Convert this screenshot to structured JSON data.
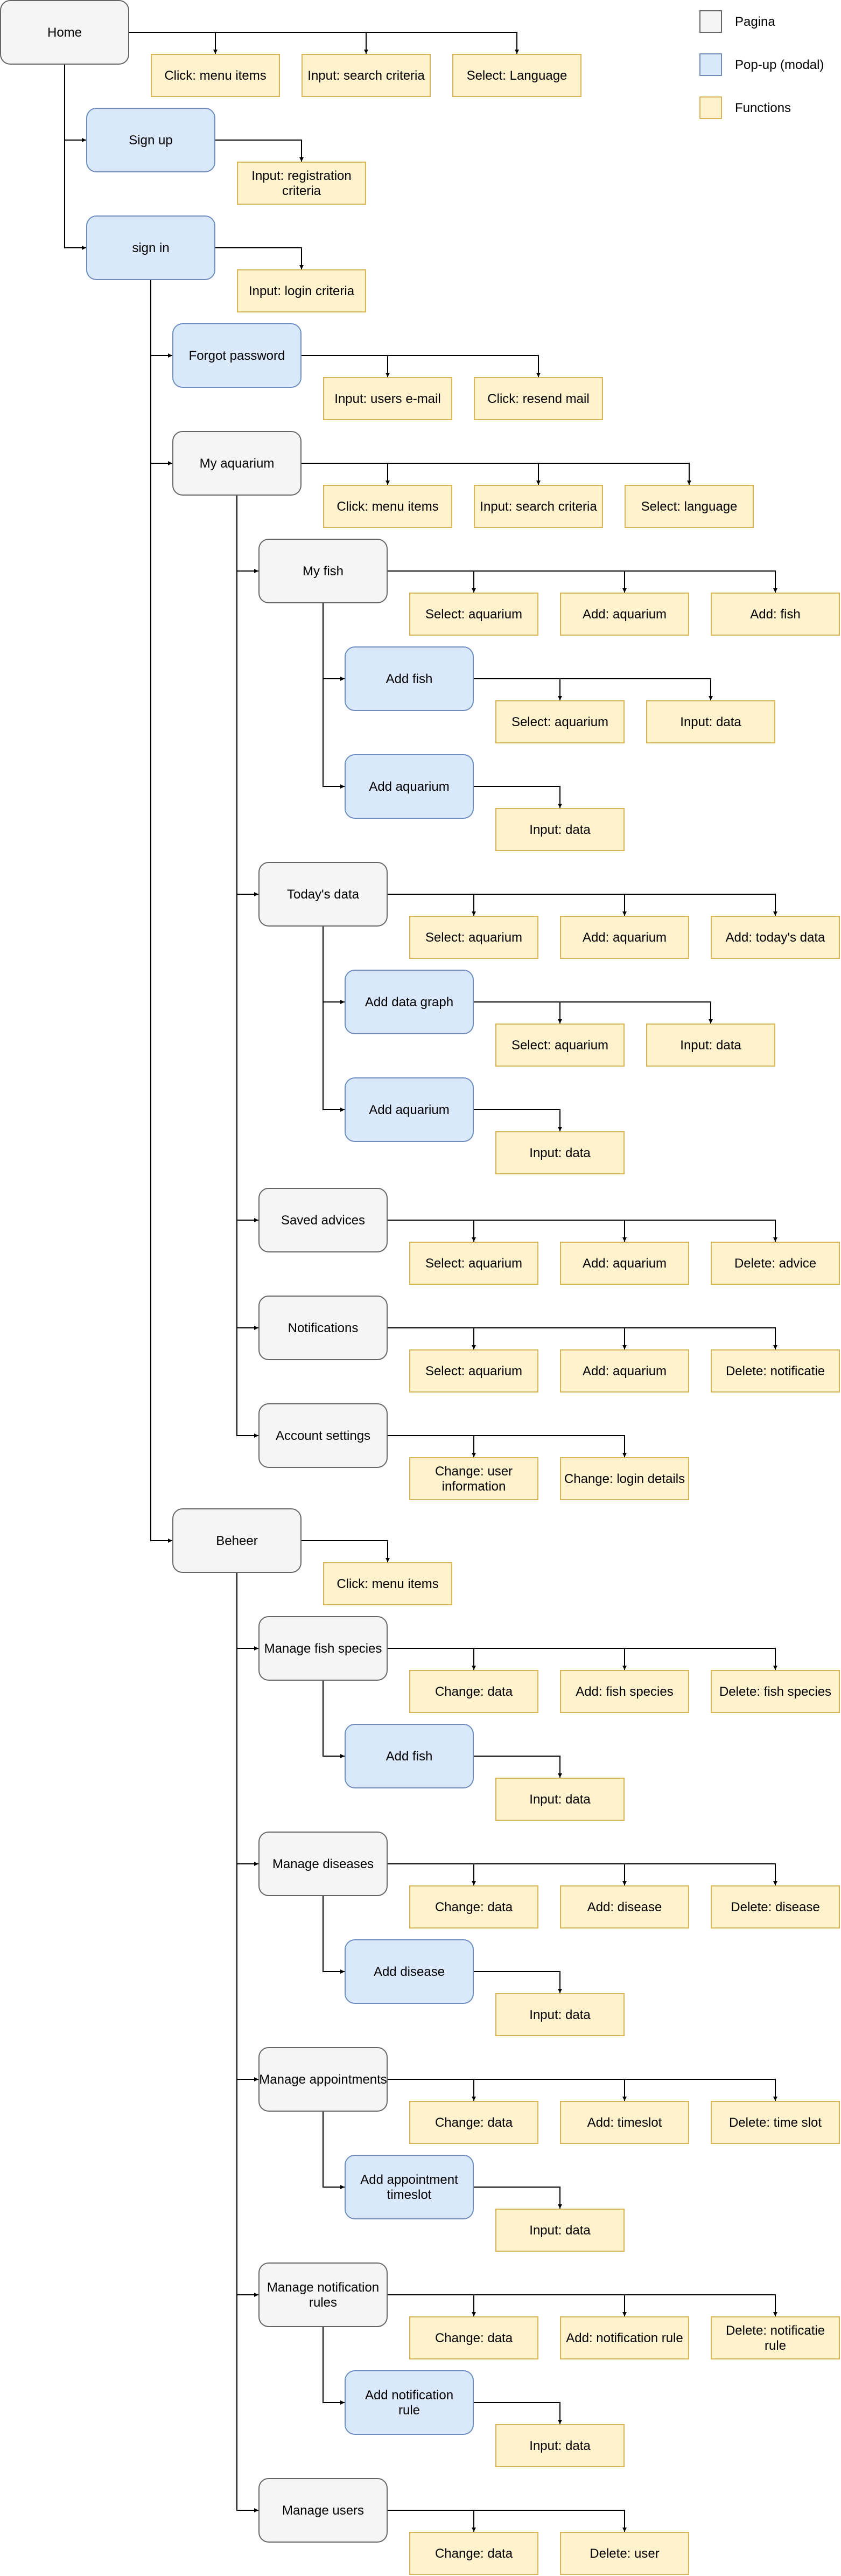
{
  "legend": [
    {
      "kind": "page",
      "label": "Pagina"
    },
    {
      "kind": "modal",
      "label": "Pop-up (modal)"
    },
    {
      "kind": "func",
      "label": "Functions"
    }
  ],
  "colors": {
    "page_fill": "#f5f5f5",
    "page_stroke": "#666666",
    "modal_fill": "#dae8fc",
    "modal_stroke": "#6c8ebf",
    "func_fill": "#fff2cc",
    "func_stroke": "#d6b656"
  },
  "nodes": [
    {
      "id": "home",
      "kind": "page",
      "label": "Home"
    },
    {
      "id": "home-f1",
      "kind": "func",
      "label": "Click: menu items"
    },
    {
      "id": "home-f2",
      "kind": "func",
      "label": "Input: search criteria"
    },
    {
      "id": "home-f3",
      "kind": "func",
      "label": "Select: Language"
    },
    {
      "id": "signup",
      "kind": "modal",
      "label": "Sign up"
    },
    {
      "id": "signup-f1",
      "kind": "func",
      "label": "Input: registration criteria"
    },
    {
      "id": "signin",
      "kind": "modal",
      "label": "sign in"
    },
    {
      "id": "signin-f1",
      "kind": "func",
      "label": "Input: login criteria"
    },
    {
      "id": "forgot",
      "kind": "modal",
      "label": "Forgot password"
    },
    {
      "id": "forgot-f1",
      "kind": "func",
      "label": "Input: users e-mail"
    },
    {
      "id": "forgot-f2",
      "kind": "func",
      "label": "Click: resend mail"
    },
    {
      "id": "myaq",
      "kind": "page",
      "label": "My aquarium"
    },
    {
      "id": "myaq-f1",
      "kind": "func",
      "label": "Click: menu items"
    },
    {
      "id": "myaq-f2",
      "kind": "func",
      "label": "Input: search criteria"
    },
    {
      "id": "myaq-f3",
      "kind": "func",
      "label": "Select: language"
    },
    {
      "id": "myfish",
      "kind": "page",
      "label": "My fish"
    },
    {
      "id": "myfish-f1",
      "kind": "func",
      "label": "Select: aquarium"
    },
    {
      "id": "myfish-f2",
      "kind": "func",
      "label": "Add: aquarium"
    },
    {
      "id": "myfish-f3",
      "kind": "func",
      "label": "Add: fish"
    },
    {
      "id": "addfish",
      "kind": "modal",
      "label": "Add fish"
    },
    {
      "id": "addfish-f1",
      "kind": "func",
      "label": "Select: aquarium"
    },
    {
      "id": "addfish-f2",
      "kind": "func",
      "label": "Input: data"
    },
    {
      "id": "addaq1",
      "kind": "modal",
      "label": "Add aquarium"
    },
    {
      "id": "addaq1-f1",
      "kind": "func",
      "label": "Input: data"
    },
    {
      "id": "today",
      "kind": "page",
      "label": "Today's data"
    },
    {
      "id": "today-f1",
      "kind": "func",
      "label": "Select: aquarium"
    },
    {
      "id": "today-f2",
      "kind": "func",
      "label": "Add: aquarium"
    },
    {
      "id": "today-f3",
      "kind": "func",
      "label": "Add: today's data"
    },
    {
      "id": "adddg",
      "kind": "modal",
      "label": "Add data graph"
    },
    {
      "id": "adddg-f1",
      "kind": "func",
      "label": "Select: aquarium"
    },
    {
      "id": "adddg-f2",
      "kind": "func",
      "label": "Input: data"
    },
    {
      "id": "addaq2",
      "kind": "modal",
      "label": "Add aquarium"
    },
    {
      "id": "addaq2-f1",
      "kind": "func",
      "label": "Input: data"
    },
    {
      "id": "saved",
      "kind": "page",
      "label": "Saved advices"
    },
    {
      "id": "saved-f1",
      "kind": "func",
      "label": "Select: aquarium"
    },
    {
      "id": "saved-f2",
      "kind": "func",
      "label": "Add: aquarium"
    },
    {
      "id": "saved-f3",
      "kind": "func",
      "label": "Delete: advice"
    },
    {
      "id": "notif",
      "kind": "page",
      "label": "Notifications"
    },
    {
      "id": "notif-f1",
      "kind": "func",
      "label": "Select: aquarium"
    },
    {
      "id": "notif-f2",
      "kind": "func",
      "label": "Add: aquarium"
    },
    {
      "id": "notif-f3",
      "kind": "func",
      "label": "Delete: notificatie"
    },
    {
      "id": "account",
      "kind": "page",
      "label": "Account settings"
    },
    {
      "id": "account-f1",
      "kind": "func",
      "label": "Change: user information"
    },
    {
      "id": "account-f2",
      "kind": "func",
      "label": "Change: login details"
    },
    {
      "id": "beheer",
      "kind": "page",
      "label": "Beheer"
    },
    {
      "id": "beheer-f1",
      "kind": "func",
      "label": "Click: menu items"
    },
    {
      "id": "mfs",
      "kind": "page",
      "label": "Manage fish species"
    },
    {
      "id": "mfs-f1",
      "kind": "func",
      "label": "Change: data"
    },
    {
      "id": "mfs-f2",
      "kind": "func",
      "label": "Add: fish species"
    },
    {
      "id": "mfs-f3",
      "kind": "func",
      "label": "Delete: fish species"
    },
    {
      "id": "addfish2",
      "kind": "modal",
      "label": "Add fish"
    },
    {
      "id": "addfish2-f1",
      "kind": "func",
      "label": "Input: data"
    },
    {
      "id": "mdis",
      "kind": "page",
      "label": "Manage diseases"
    },
    {
      "id": "mdis-f1",
      "kind": "func",
      "label": "Change: data"
    },
    {
      "id": "mdis-f2",
      "kind": "func",
      "label": "Add: disease"
    },
    {
      "id": "mdis-f3",
      "kind": "func",
      "label": "Delete: disease"
    },
    {
      "id": "adddis",
      "kind": "modal",
      "label": "Add disease"
    },
    {
      "id": "adddis-f1",
      "kind": "func",
      "label": "Input: data"
    },
    {
      "id": "mapp",
      "kind": "page",
      "label": "Manage appointments"
    },
    {
      "id": "mapp-f1",
      "kind": "func",
      "label": "Change: data"
    },
    {
      "id": "mapp-f2",
      "kind": "func",
      "label": "Add: timeslot"
    },
    {
      "id": "mapp-f3",
      "kind": "func",
      "label": "Delete: time slot"
    },
    {
      "id": "addapp",
      "kind": "modal",
      "label": "Add appointment timeslot"
    },
    {
      "id": "addapp-f1",
      "kind": "func",
      "label": "Input: data"
    },
    {
      "id": "mnr",
      "kind": "page",
      "label": "Manage notification rules"
    },
    {
      "id": "mnr-f1",
      "kind": "func",
      "label": "Change: data"
    },
    {
      "id": "mnr-f2",
      "kind": "func",
      "label": "Add: notification rule"
    },
    {
      "id": "mnr-f3",
      "kind": "func",
      "label": "Delete: notificatie rule"
    },
    {
      "id": "addnr",
      "kind": "modal",
      "label": "Add notification rule"
    },
    {
      "id": "addnr-f1",
      "kind": "func",
      "label": "Input: data"
    },
    {
      "id": "musers",
      "kind": "page",
      "label": "Manage users"
    },
    {
      "id": "musers-f1",
      "kind": "func",
      "label": "Change: data"
    },
    {
      "id": "musers-f2",
      "kind": "func",
      "label": "Delete: user"
    }
  ]
}
